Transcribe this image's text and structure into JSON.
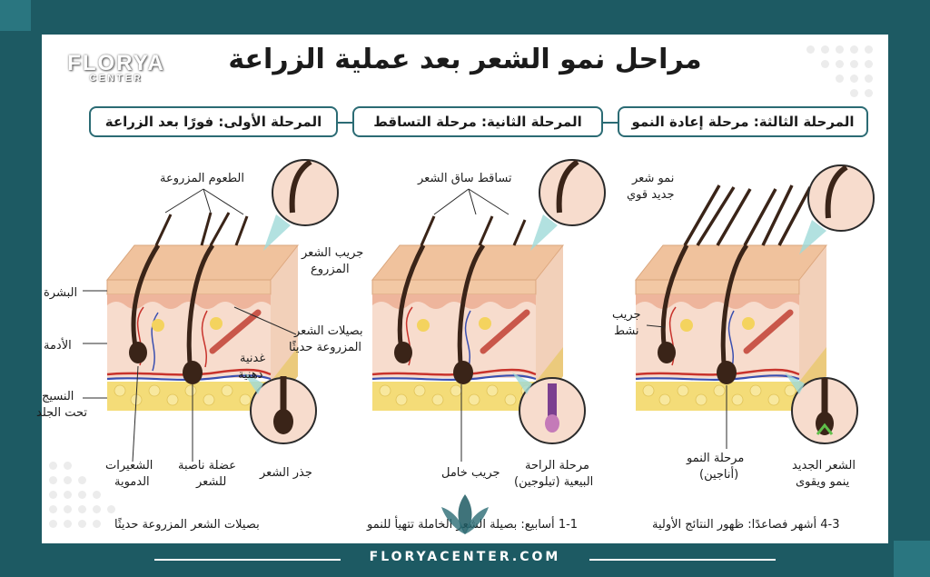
{
  "title": "مراحل نمو الشعر بعد عملية الزراعة",
  "logo": {
    "name": "FLORYA",
    "sub": "CENTER"
  },
  "stages": [
    {
      "label": "المرحلة الأولى: فورًا بعد الزراعة"
    },
    {
      "label": "المرحلة الثانية: مرحلة التساقط"
    },
    {
      "label": "المرحلة الثالثة: مرحلة إعادة النمو"
    }
  ],
  "panel1": {
    "grafts": "الطعوم المزروعة",
    "follicle_1": "جريب الشعر",
    "follicle_2": "المزروع",
    "layer_skin": "البشرة",
    "layer_dermis": "الأدمة",
    "layer_sub_1": "النسيج",
    "layer_sub_2": "تحت الجلد",
    "bulbs_1": "بصيلات الشعر",
    "bulbs_2": "المزروعة حديثًا",
    "gland_1": "غدنية",
    "gland_2": "دهنية",
    "capillaries_1": "الشعيرات",
    "capillaries_2": "الدموية",
    "muscle_1": "عضلة ناصبة",
    "muscle_2": "للشعر",
    "root": "جذر الشعر",
    "caption": "بصيلات الشعر المزروعة حديثًا"
  },
  "panel2": {
    "shedding": "تساقط ساق الشعر",
    "dormant": "جريب خامل",
    "telogen_1": "مرحلة الراحة",
    "telogen_2": "البيعية (تيلوجين)",
    "caption": "1-1 أسابيع: بصيلة الشعر الخاملة تتهيأ للنمو"
  },
  "panel3": {
    "new_1": "نمو شعر",
    "new_2": "جديد قوي",
    "active_1": "جريب",
    "active_2": "نشط",
    "anagen_1": "مرحلة النمو",
    "anagen_2": "(أناجين)",
    "strong_1": "الشعر الجديد",
    "strong_2": "ينمو ويقوى",
    "caption": "4-3 أشهر فصاعدًا: ظهور النتائج الأولية"
  },
  "footer": "FLORYACENTER.COM",
  "colors": {
    "frame": "#1d5a63",
    "accent": "#2b6b74",
    "skin": "#f2c8a4",
    "dermis": "#f6d9c8",
    "fat": "#f4dc78",
    "hair": "#3a2418",
    "artery": "#c8332c",
    "vein": "#3a4fb0"
  }
}
